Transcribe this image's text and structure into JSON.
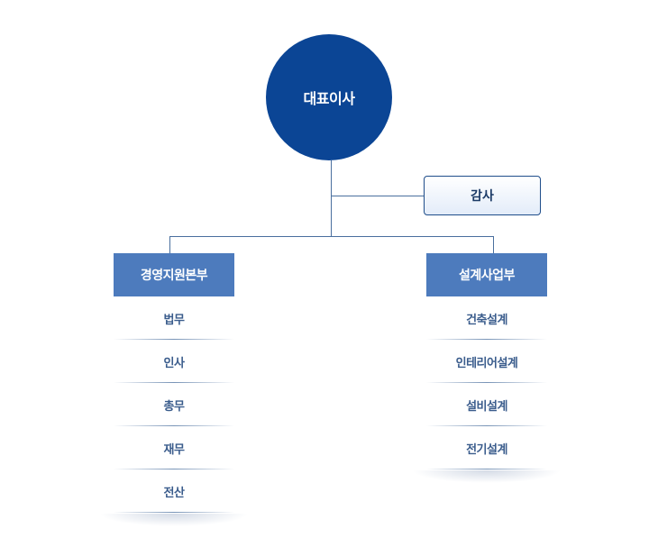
{
  "ceo": {
    "label": "대표이사"
  },
  "audit": {
    "label": "감사"
  },
  "departments": [
    {
      "name": "경영지원본부",
      "items": [
        "법무",
        "인사",
        "총무",
        "재무",
        "전산"
      ]
    },
    {
      "name": "설계사업부",
      "items": [
        "건축설계",
        "인테리어설계",
        "설비설계",
        "전기설계"
      ]
    }
  ],
  "colors": {
    "ceo_fill": "#0b4595",
    "dept_header": "#4d7bbd",
    "line": "#4a6f9e",
    "item_text": "#3a5c8c"
  }
}
